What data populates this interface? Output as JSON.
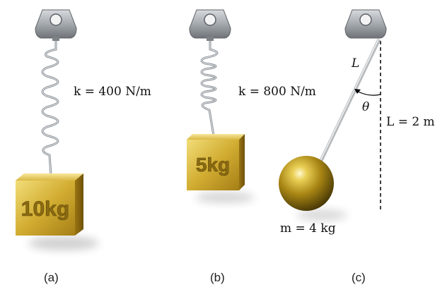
{
  "panels": [
    {
      "id": "a",
      "caption": "(a)",
      "spring_label": "k = 400 N/m",
      "block_label": "10kg"
    },
    {
      "id": "b",
      "caption": "(b)",
      "spring_label": "k = 800 N/m",
      "block_label": "5kg"
    },
    {
      "id": "c",
      "caption": "(c)",
      "rod_label": "L",
      "angle_label": "θ",
      "length_label": "L = 2 m",
      "mass_label": "m = 4 kg"
    }
  ],
  "colors": {
    "gold": "#c9a227",
    "gold_dark": "#8c6d12",
    "gold_light": "#efdb7a",
    "steel": "#9aa0a6",
    "mount": "#8a8f96"
  }
}
